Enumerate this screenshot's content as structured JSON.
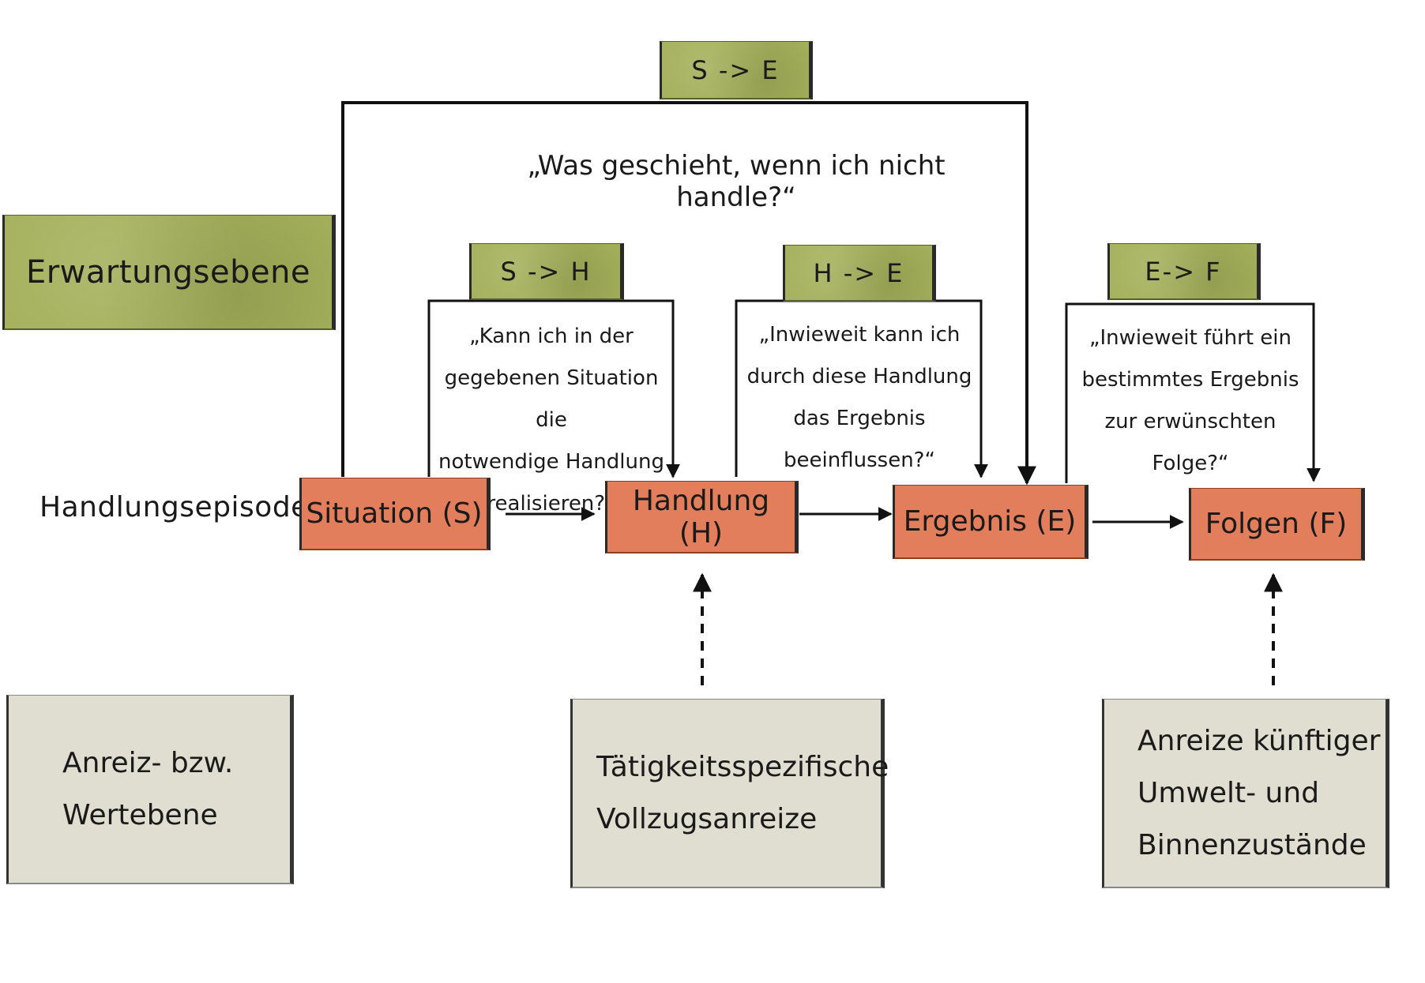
{
  "levels": {
    "expectation": "Erwartungsebene",
    "episode": "Handlungsepisode",
    "value": [
      "Anreiz- bzw.",
      "Wertebene"
    ]
  },
  "nodes": {
    "situation": "Situation (S)",
    "handlung": "Handlung (H)",
    "ergebnis": "Ergebnis (E)",
    "folgen": "Folgen (F)"
  },
  "expectations": {
    "se": {
      "tag": "S -> E",
      "question": "„Was geschieht, wenn ich nicht handle?“"
    },
    "sh": {
      "tag": "S -> H",
      "question": [
        "„Kann ich in der",
        "gegebenen Situation die",
        "notwendige Handlung",
        "realisieren?“"
      ]
    },
    "he": {
      "tag": "H -> E",
      "question": [
        "„Inwieweit kann ich",
        "durch diese Handlung",
        "das Ergebnis",
        "beeinflussen?“"
      ]
    },
    "ef": {
      "tag": "E-> F",
      "question": [
        "„Inwieweit führt ein",
        "bestimmtes Ergebnis",
        "zur erwünschten",
        "Folge?“"
      ]
    }
  },
  "incentives": {
    "activity": [
      "Tätigkeitsspezifische",
      "Vollzugsanreize"
    ],
    "future": [
      "Anreize künftiger",
      "Umwelt- und",
      "Binnenzustände"
    ]
  },
  "colors": {
    "expectation_green": "#a4b05a",
    "node_orange": "#e27e5c",
    "incentive_beige": "#e0ded0"
  }
}
